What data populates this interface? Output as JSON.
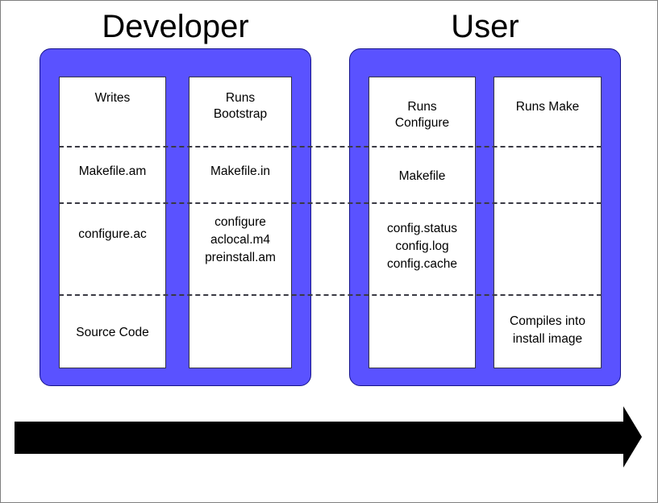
{
  "diagram": {
    "title_developer": "Developer",
    "title_user": "User",
    "accent_color": "#5a52ff",
    "arrow_color": "#000000",
    "background_color": "#ffffff"
  },
  "groups": [
    {
      "id": "developer",
      "label": "Developer",
      "columns": [
        {
          "id": "writes",
          "cells": [
            {
              "id": "writes-action",
              "text": "Writes"
            },
            {
              "id": "writes-makefile-am",
              "text": "Makefile.am"
            },
            {
              "id": "writes-configure-ac",
              "text": "configure.ac"
            },
            {
              "id": "writes-source-code",
              "text": "Source Code"
            }
          ]
        },
        {
          "id": "bootstrap",
          "cells": [
            {
              "id": "bootstrap-action",
              "text": "Runs\nBootstrap"
            },
            {
              "id": "bootstrap-makefile-in",
              "text": "Makefile.in"
            },
            {
              "id": "bootstrap-outputs",
              "text": "configure\naclocal.m4\npreinstall.am"
            },
            {
              "id": "bootstrap-empty",
              "text": ""
            }
          ]
        }
      ]
    },
    {
      "id": "user",
      "label": "User",
      "columns": [
        {
          "id": "configure",
          "cells": [
            {
              "id": "configure-action",
              "text": "Runs\nConfigure"
            },
            {
              "id": "configure-makefile",
              "text": "Makefile"
            },
            {
              "id": "configure-outputs",
              "text": "config.status\nconfig.log\nconfig.cache"
            },
            {
              "id": "configure-empty",
              "text": ""
            }
          ]
        },
        {
          "id": "make",
          "cells": [
            {
              "id": "make-action",
              "text": "Runs Make"
            },
            {
              "id": "make-empty-1",
              "text": ""
            },
            {
              "id": "make-empty-2",
              "text": ""
            },
            {
              "id": "make-result",
              "text": "Compiles into\ninstall image"
            }
          ]
        }
      ]
    }
  ],
  "cells": {
    "writes_action": "Writes",
    "writes_makefile_am": "Makefile.am",
    "writes_configure_ac": "configure.ac",
    "writes_source_code": "Source Code",
    "bootstrap_action_line1": "Runs",
    "bootstrap_action_line2": "Bootstrap",
    "bootstrap_makefile_in": "Makefile.in",
    "bootstrap_out_line1": "configure",
    "bootstrap_out_line2": "aclocal.m4",
    "bootstrap_out_line3": "preinstall.am",
    "configure_action_line1": "Runs",
    "configure_action_line2": "Configure",
    "configure_makefile": "Makefile",
    "configure_out_line1": "config.status",
    "configure_out_line2": "config.log",
    "configure_out_line3": "config.cache",
    "make_action": "Runs Make",
    "make_result_line1": "Compiles into",
    "make_result_line2": "install image"
  },
  "flow_arrow": {
    "name": "left-to-right-time-arrow",
    "direction": "right"
  }
}
